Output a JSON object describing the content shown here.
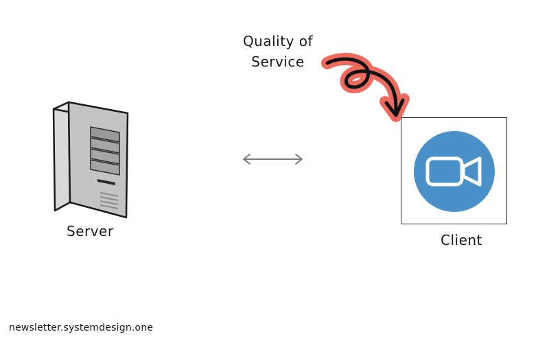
{
  "diagram": {
    "qos_label_lines": [
      "Quality of",
      "Service"
    ],
    "server_label": "Server",
    "client_label": "Client",
    "footer": "newsletter.systemdesign.one"
  },
  "icons": {
    "server": "server-tower-icon",
    "client": "video-camera-icon",
    "qos_arrow": "curly-arrow-icon",
    "connection": "double-arrow-icon"
  },
  "colors": {
    "client_circle": "#4a90c9",
    "arrow_highlight": "#ef6a5e",
    "arrow_stroke": "#111111",
    "connection_arrow": "#7a7a7a"
  }
}
